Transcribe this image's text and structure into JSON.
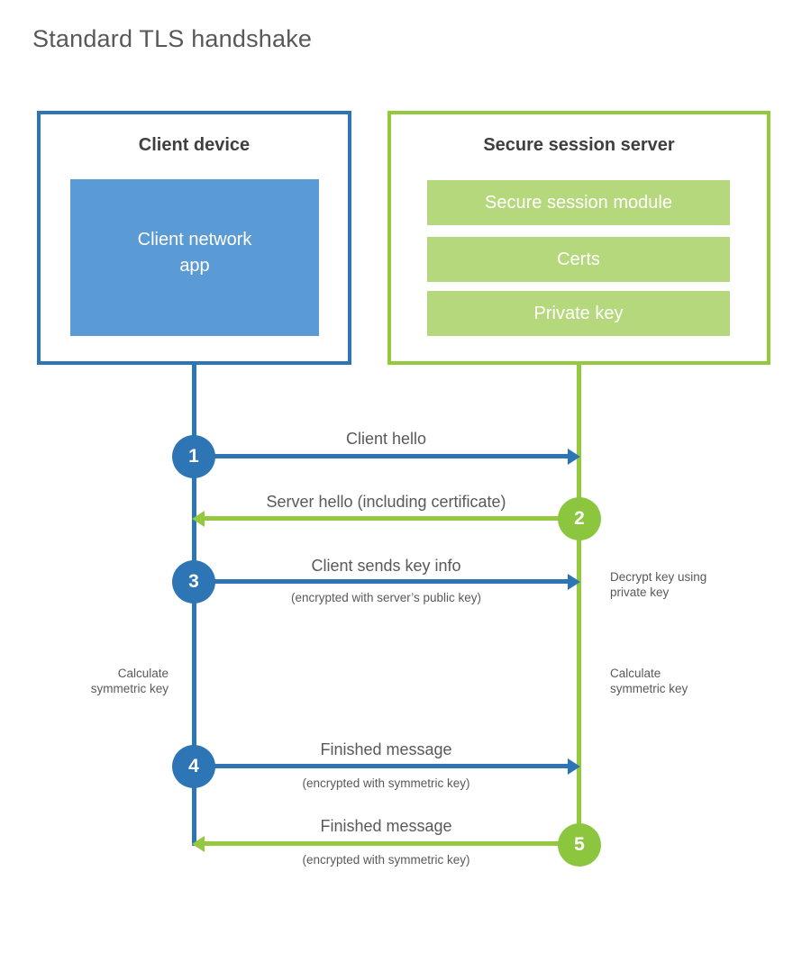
{
  "title": "Standard TLS handshake",
  "colors": {
    "client_blue": "#2e75b5",
    "client_fill_blue": "#5b9bd5",
    "server_green": "#94c83e",
    "server_badge_green": "#8cc63f",
    "server_fill_green": "#b6d87c",
    "text_gray": "#595959",
    "heading_dark": "#3d3f42"
  },
  "client": {
    "title": "Client device",
    "app": "Client network\napp"
  },
  "server": {
    "title": "Secure session server",
    "modules": [
      "Secure session module",
      "Certs",
      "Private key"
    ]
  },
  "steps": [
    {
      "num": "1",
      "label": "Client hello",
      "sub": "",
      "direction": "right",
      "actor": "client"
    },
    {
      "num": "2",
      "label": "Server hello (including certificate)",
      "sub": "",
      "direction": "left",
      "actor": "server"
    },
    {
      "num": "3",
      "label": "Client sends key info",
      "sub": "(encrypted with server’s public key)",
      "direction": "right",
      "actor": "client"
    },
    {
      "num": "4",
      "label": "Finished message",
      "sub": "(encrypted with symmetric key)",
      "direction": "right",
      "actor": "client"
    },
    {
      "num": "5",
      "label": "Finished message",
      "sub": "(encrypted with symmetric key)",
      "direction": "left",
      "actor": "server"
    }
  ],
  "notes": [
    {
      "text": "Decrypt key using\nprivate key",
      "side": "right"
    },
    {
      "text": "Calculate\nsymmetric key",
      "side": "left"
    },
    {
      "text": "Calculate\nsymmetric key",
      "side": "right"
    }
  ]
}
